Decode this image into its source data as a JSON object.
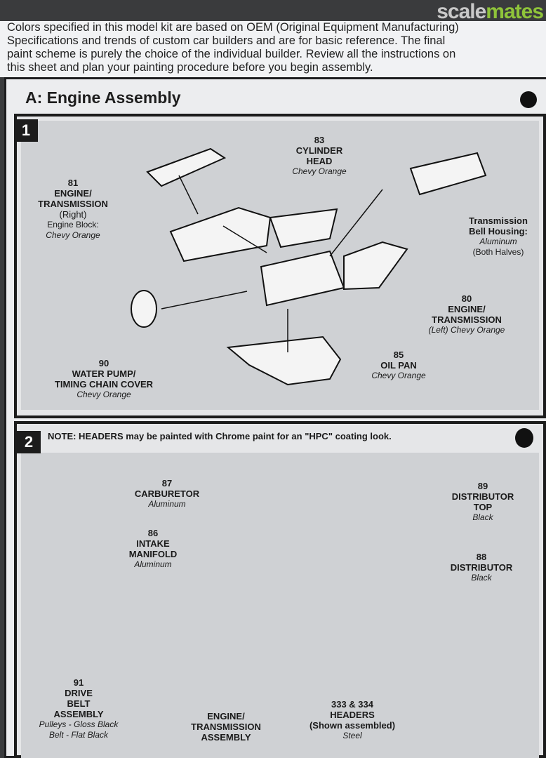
{
  "watermark": {
    "part1": "scale",
    "part2": "mates"
  },
  "intro": [
    "Colors specified in this model kit are based on OEM (Original Equipment Manufacturing)",
    "Specifications and trends of custom car builders and are for basic reference. The final",
    "paint scheme is purely the choice of the individual builder. Review all the instructions on",
    "this sheet and plan your painting procedure before you begin assembly."
  ],
  "section": {
    "title": "A: Engine Assembly"
  },
  "step1": {
    "number": "1",
    "labels": [
      {
        "num": "83",
        "name": [
          "CYLINDER",
          "HEAD"
        ],
        "color": "Chevy Orange"
      },
      {
        "num": "81",
        "name": [
          "ENGINE/",
          "TRANSMISSION",
          "(Right)"
        ],
        "sub": "Engine Block:",
        "color": "Chevy Orange"
      },
      {
        "num": "",
        "name": [
          "Transmission",
          "Bell Housing:"
        ],
        "color": "Aluminum",
        "extra": "(Both Halves)"
      },
      {
        "num": "80",
        "name": [
          "ENGINE/",
          "TRANSMISSION"
        ],
        "color": "(Left) Chevy Orange"
      },
      {
        "num": "90",
        "name": [
          "WATER PUMP/",
          "TIMING CHAIN COVER"
        ],
        "color": "Chevy Orange"
      },
      {
        "num": "85",
        "name": [
          "OIL PAN"
        ],
        "color": "Chevy Orange"
      }
    ]
  },
  "step2": {
    "number": "2",
    "note": "NOTE: HEADERS may be painted with Chrome paint for an \"HPC\" coating look.",
    "labels": [
      {
        "num": "87",
        "name": [
          "CARBURETOR"
        ],
        "color": "Aluminum"
      },
      {
        "num": "89",
        "name": [
          "DISTRIBUTOR",
          "TOP"
        ],
        "color": "Black"
      },
      {
        "num": "86",
        "name": [
          "INTAKE",
          "MANIFOLD"
        ],
        "color": "Aluminum"
      },
      {
        "num": "88",
        "name": [
          "DISTRIBUTOR"
        ],
        "color": "Black"
      },
      {
        "num": "91",
        "name": [
          "DRIVE",
          "BELT",
          "ASSEMBLY"
        ],
        "color": "Pulleys - Gloss Black",
        "extra": "Belt - Flat Black"
      },
      {
        "num": "",
        "name": [
          "ENGINE/",
          "TRANSMISSION",
          "ASSEMBLY"
        ],
        "color": ""
      },
      {
        "num": "333 & 334",
        "name": [
          "HEADERS",
          "(Shown assembled)"
        ],
        "color": "Steel"
      }
    ]
  }
}
